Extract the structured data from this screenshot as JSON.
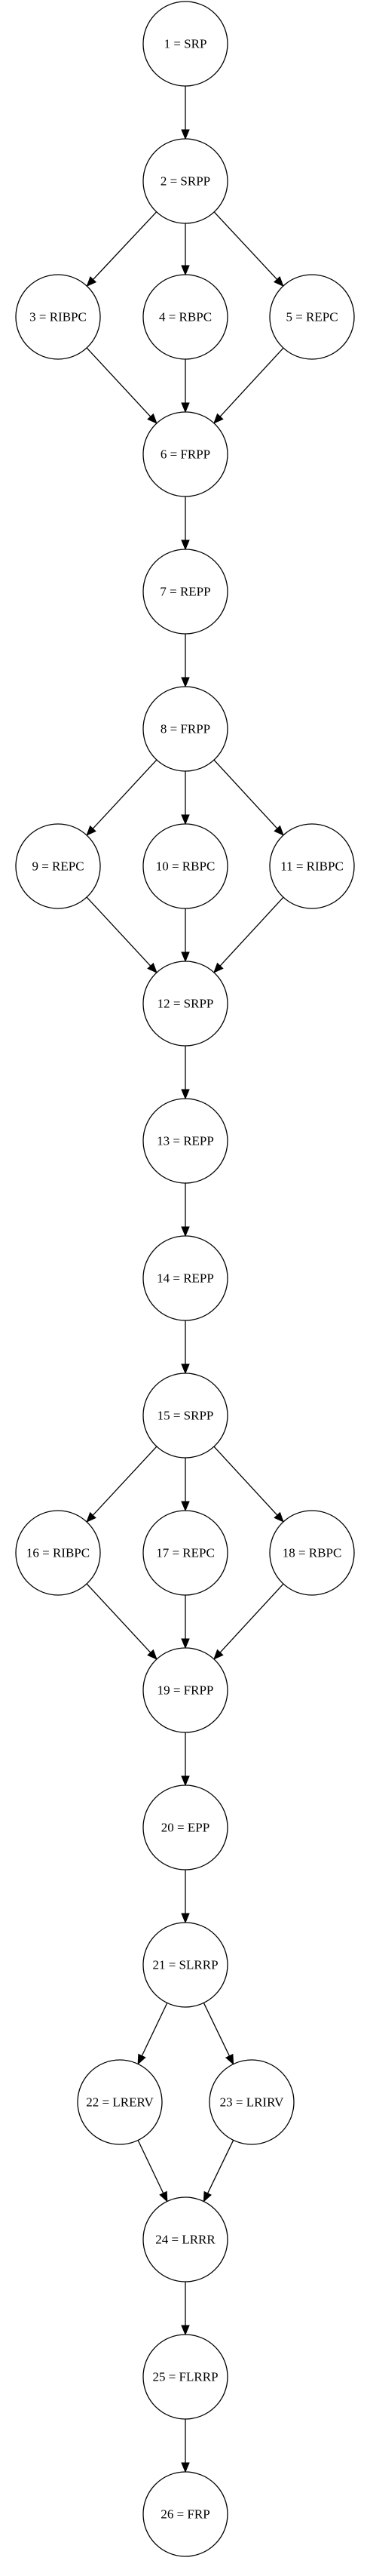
{
  "graph": {
    "nodes": [
      {
        "id": "1",
        "label": "1 = SRP"
      },
      {
        "id": "2",
        "label": "2 = SRPP"
      },
      {
        "id": "3",
        "label": "3 = RIBPC"
      },
      {
        "id": "4",
        "label": "4 = RBPC"
      },
      {
        "id": "5",
        "label": "5 = REPC"
      },
      {
        "id": "6",
        "label": "6 = FRPP"
      },
      {
        "id": "7",
        "label": "7 = REPP"
      },
      {
        "id": "8",
        "label": "8 = FRPP"
      },
      {
        "id": "9",
        "label": "9 = REPC"
      },
      {
        "id": "10",
        "label": "10 = RBPC"
      },
      {
        "id": "11",
        "label": "11 = RIBPC"
      },
      {
        "id": "12",
        "label": "12 = SRPP"
      },
      {
        "id": "13",
        "label": "13 = REPP"
      },
      {
        "id": "14",
        "label": "14 = REPP"
      },
      {
        "id": "15",
        "label": "15 = SRPP"
      },
      {
        "id": "16",
        "label": "16 = RIBPC"
      },
      {
        "id": "17",
        "label": "17 = REPC"
      },
      {
        "id": "18",
        "label": "18 = RBPC"
      },
      {
        "id": "19",
        "label": "19 = FRPP"
      },
      {
        "id": "20",
        "label": "20 = EPP"
      },
      {
        "id": "21",
        "label": "21 = SLRRP"
      },
      {
        "id": "22",
        "label": "22 = LRERV"
      },
      {
        "id": "23",
        "label": "23 = LRIRV"
      },
      {
        "id": "24",
        "label": "24 = LRRR"
      },
      {
        "id": "25",
        "label": "25 = FLRRP"
      },
      {
        "id": "26",
        "label": "26 = FRP"
      }
    ],
    "edges": [
      [
        "1",
        "2"
      ],
      [
        "2",
        "3"
      ],
      [
        "2",
        "4"
      ],
      [
        "2",
        "5"
      ],
      [
        "3",
        "6"
      ],
      [
        "4",
        "6"
      ],
      [
        "5",
        "6"
      ],
      [
        "6",
        "7"
      ],
      [
        "7",
        "8"
      ],
      [
        "8",
        "9"
      ],
      [
        "8",
        "10"
      ],
      [
        "8",
        "11"
      ],
      [
        "9",
        "12"
      ],
      [
        "10",
        "12"
      ],
      [
        "11",
        "12"
      ],
      [
        "12",
        "13"
      ],
      [
        "13",
        "14"
      ],
      [
        "14",
        "15"
      ],
      [
        "15",
        "16"
      ],
      [
        "15",
        "17"
      ],
      [
        "15",
        "18"
      ],
      [
        "16",
        "19"
      ],
      [
        "17",
        "19"
      ],
      [
        "18",
        "19"
      ],
      [
        "19",
        "20"
      ],
      [
        "20",
        "21"
      ],
      [
        "21",
        "22"
      ],
      [
        "21",
        "23"
      ],
      [
        "22",
        "24"
      ],
      [
        "23",
        "24"
      ],
      [
        "24",
        "25"
      ],
      [
        "25",
        "26"
      ]
    ]
  }
}
